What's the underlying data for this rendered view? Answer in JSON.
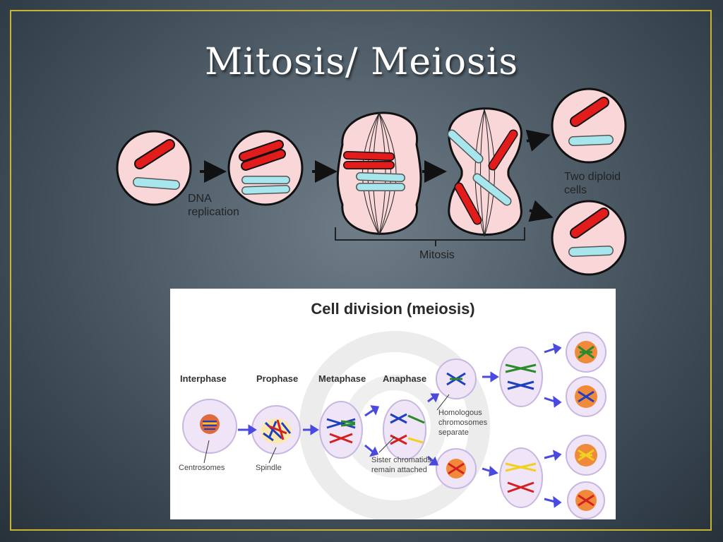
{
  "slide": {
    "title": "Mitosis/ Meiosis",
    "accent_border": "#c8b52e",
    "background_center": "#6e7d88",
    "background_edge": "#27323b"
  },
  "mitosis_diagram": {
    "dna_replication_label": "DNA replication",
    "mitosis_label": "Mitosis",
    "two_diploid_cells_label": "Two diploid cells",
    "chromosome_colors": {
      "red": "#e21b1b",
      "blue": "#a8e6ee"
    },
    "cell_fill": "#f9d7d9"
  },
  "meiosis_image": {
    "title": "Cell division (meiosis)",
    "stages": [
      "Interphase",
      "Prophase",
      "Metaphase",
      "Anaphase"
    ],
    "notes": {
      "centrosomes": "Centrosomes",
      "spindle": "Spindle",
      "homologous": "Homologous chromosomes separate",
      "sister": "Sister chromatids remain attached"
    }
  }
}
